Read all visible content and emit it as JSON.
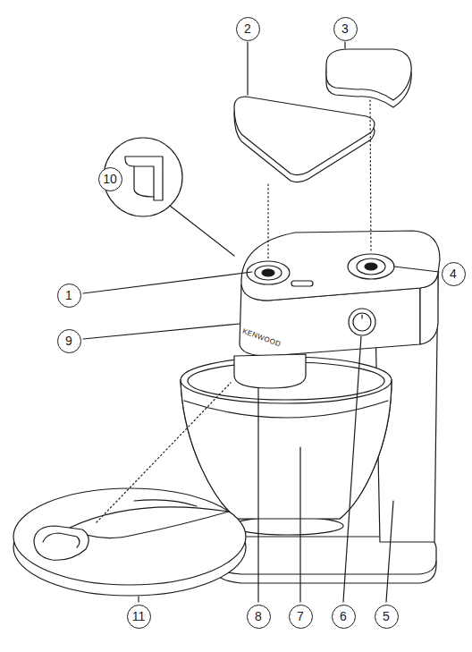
{
  "diagram": {
    "labels": [
      "2",
      "3",
      "10",
      "1",
      "4",
      "9",
      "KENWOOD",
      "11",
      "8",
      "7",
      "6",
      "5"
    ]
  }
}
